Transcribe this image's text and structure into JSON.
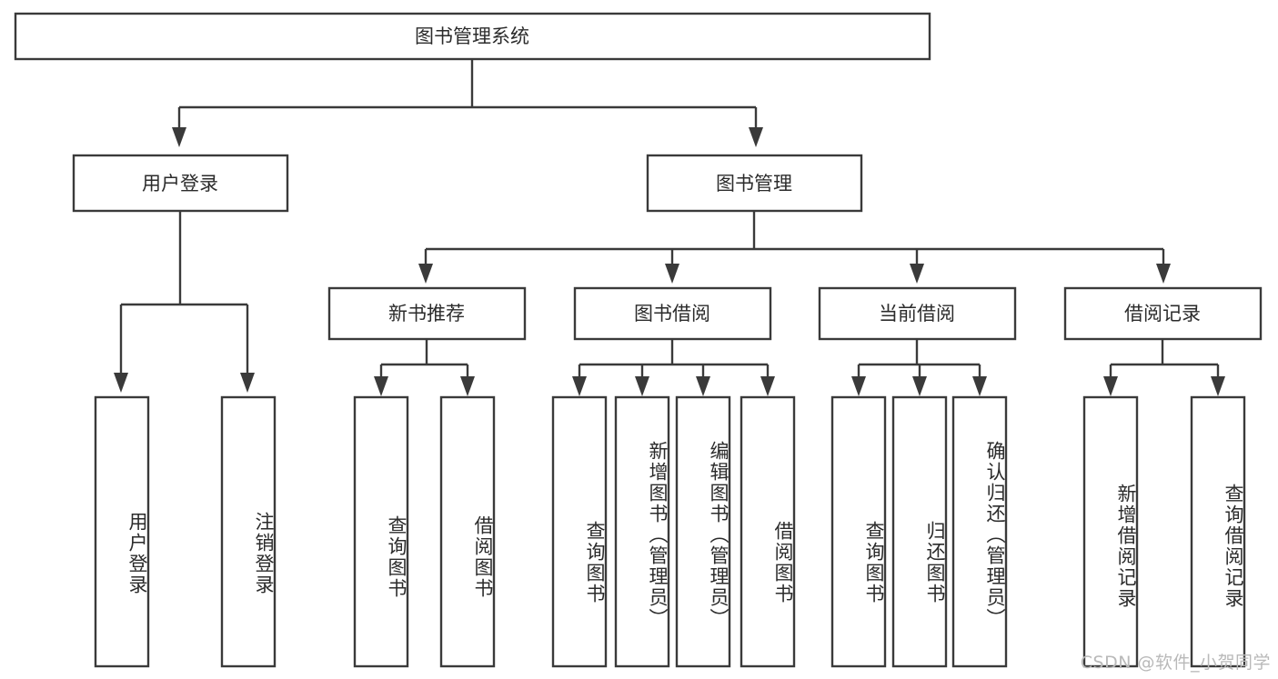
{
  "diagram": {
    "type": "tree",
    "title": "图书管理系统",
    "watermark": "CSDN @软件_小贺同学",
    "colors": {
      "stroke": "#3a3a3a",
      "box_fill": "#ffffff",
      "text": "#2b2b2b",
      "background": "#ffffff",
      "watermark": "#b9b9b9"
    },
    "root": {
      "label": "图书管理系统"
    },
    "level2": [
      {
        "label": "用户登录"
      },
      {
        "label": "图书管理"
      }
    ],
    "level3": [
      {
        "label": "新书推荐"
      },
      {
        "label": "图书借阅"
      },
      {
        "label": "当前借阅"
      },
      {
        "label": "借阅记录"
      }
    ],
    "leaves": {
      "user_login": [
        {
          "label": "用户登录"
        },
        {
          "label": "注销登录"
        }
      ],
      "new_book_recommend": [
        {
          "label": "查询图书"
        },
        {
          "label": "借阅图书"
        }
      ],
      "book_borrow": [
        {
          "label": "查询图书"
        },
        {
          "label": "新增图书（管理员）"
        },
        {
          "label": "编辑图书（管理员）"
        },
        {
          "label": "借阅图书"
        }
      ],
      "current_borrow": [
        {
          "label": "查询图书"
        },
        {
          "label": "归还图书"
        },
        {
          "label": "确认归还（管理员）"
        }
      ],
      "borrow_record": [
        {
          "label": "新增借阅记录"
        },
        {
          "label": "查询借阅记录"
        }
      ]
    }
  }
}
